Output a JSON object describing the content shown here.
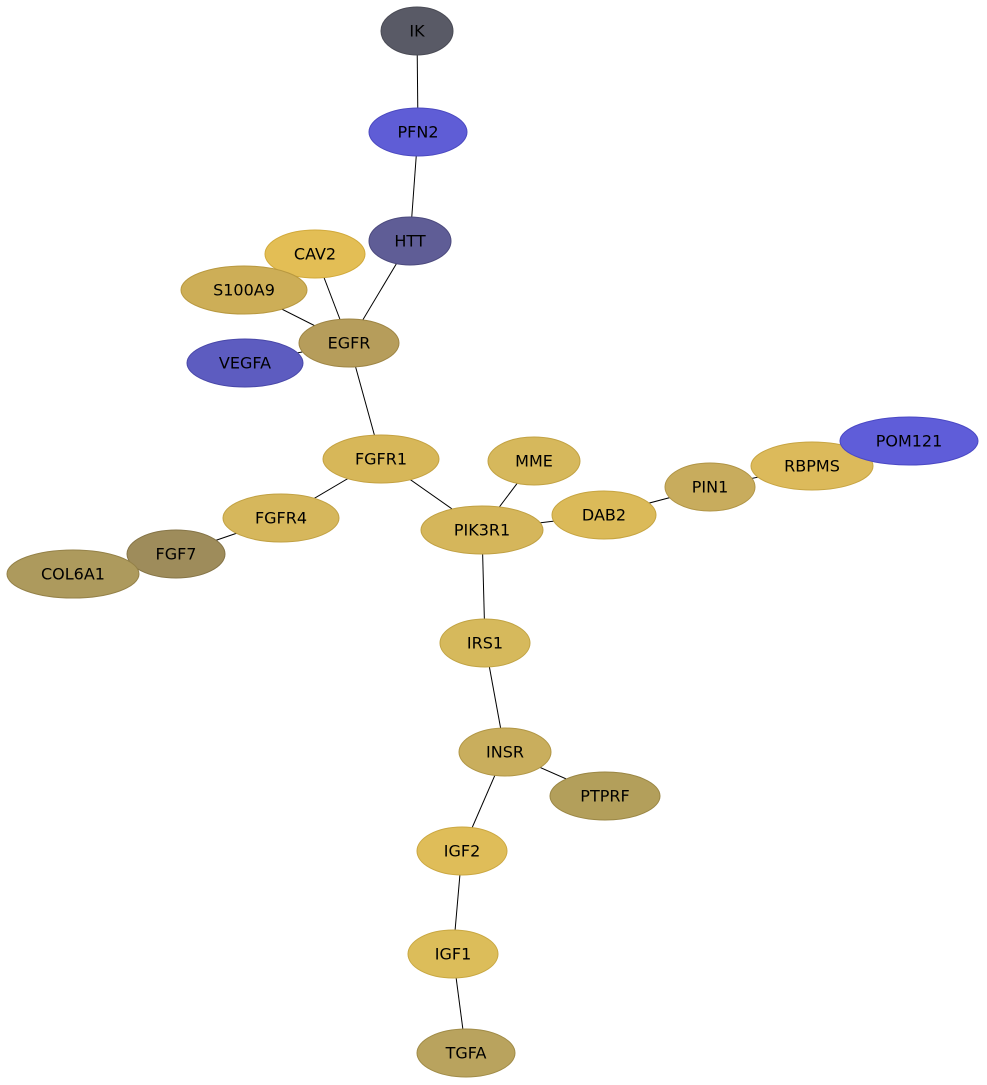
{
  "nodes": [
    {
      "id": "IK",
      "label": "IK",
      "fill": "#595a66",
      "stroke": "#4a4b55"
    },
    {
      "id": "PFN2",
      "label": "PFN2",
      "fill": "#5f5dd6",
      "stroke": "#4b49c0"
    },
    {
      "id": "HTT",
      "label": "HTT",
      "fill": "#5f5d96",
      "stroke": "#4c4a7e"
    },
    {
      "id": "CAV2",
      "label": "CAV2",
      "fill": "#e3be55",
      "stroke": "#d1a93a"
    },
    {
      "id": "S100A9",
      "label": "S100A9",
      "fill": "#cdae57",
      "stroke": "#b8983f"
    },
    {
      "id": "EGFR",
      "label": "EGFR",
      "fill": "#b69d5b",
      "stroke": "#9e8544"
    },
    {
      "id": "VEGFA",
      "label": "VEGFA",
      "fill": "#5d5cc0",
      "stroke": "#4847a8"
    },
    {
      "id": "FGFR1",
      "label": "FGFR1",
      "fill": "#d7b759",
      "stroke": "#c4a140"
    },
    {
      "id": "MME",
      "label": "MME",
      "fill": "#d6b85c",
      "stroke": "#c2a243"
    },
    {
      "id": "RBPMS",
      "label": "RBPMS",
      "fill": "#dcba5b",
      "stroke": "#c7a442"
    },
    {
      "id": "POM121",
      "label": "POM121",
      "fill": "#5f5dd9",
      "stroke": "#4a48c4"
    },
    {
      "id": "PIN1",
      "label": "PIN1",
      "fill": "#c8ac5d",
      "stroke": "#b09445"
    },
    {
      "id": "DAB2",
      "label": "DAB2",
      "fill": "#dbba59",
      "stroke": "#c6a441"
    },
    {
      "id": "PIK3R1",
      "label": "PIK3R1",
      "fill": "#d5b65b",
      "stroke": "#c0a042"
    },
    {
      "id": "FGFR4",
      "label": "FGFR4",
      "fill": "#d6b75c",
      "stroke": "#c1a143"
    },
    {
      "id": "FGF7",
      "label": "FGF7",
      "fill": "#9e8c5b",
      "stroke": "#857447"
    },
    {
      "id": "COL6A1",
      "label": "COL6A1",
      "fill": "#ad9a5d",
      "stroke": "#948148"
    },
    {
      "id": "IRS1",
      "label": "IRS1",
      "fill": "#d6b95c",
      "stroke": "#c1a343"
    },
    {
      "id": "INSR",
      "label": "INSR",
      "fill": "#c9ae5d",
      "stroke": "#b19645"
    },
    {
      "id": "PTPRF",
      "label": "PTPRF",
      "fill": "#b39f5b",
      "stroke": "#9a8644"
    },
    {
      "id": "IGF2",
      "label": "IGF2",
      "fill": "#dfbd59",
      "stroke": "#cba740"
    },
    {
      "id": "IGF1",
      "label": "IGF1",
      "fill": "#dcbd5a",
      "stroke": "#c8a741"
    },
    {
      "id": "TGFA",
      "label": "TGFA",
      "fill": "#b9a35e",
      "stroke": "#a08b47"
    }
  ],
  "edges": [
    [
      "IK",
      "PFN2"
    ],
    [
      "PFN2",
      "HTT"
    ],
    [
      "HTT",
      "EGFR"
    ],
    [
      "CAV2",
      "EGFR"
    ],
    [
      "S100A9",
      "EGFR"
    ],
    [
      "VEGFA",
      "EGFR"
    ],
    [
      "EGFR",
      "FGFR1"
    ],
    [
      "FGFR1",
      "FGFR4"
    ],
    [
      "FGFR1",
      "PIK3R1"
    ],
    [
      "FGFR4",
      "FGF7"
    ],
    [
      "FGF7",
      "COL6A1"
    ],
    [
      "MME",
      "PIK3R1"
    ],
    [
      "PIK3R1",
      "DAB2"
    ],
    [
      "DAB2",
      "PIN1"
    ],
    [
      "PIN1",
      "RBPMS"
    ],
    [
      "RBPMS",
      "POM121"
    ],
    [
      "PIK3R1",
      "IRS1"
    ],
    [
      "IRS1",
      "INSR"
    ],
    [
      "INSR",
      "PTPRF"
    ],
    [
      "INSR",
      "IGF2"
    ],
    [
      "IGF2",
      "IGF1"
    ],
    [
      "IGF1",
      "TGFA"
    ]
  ]
}
